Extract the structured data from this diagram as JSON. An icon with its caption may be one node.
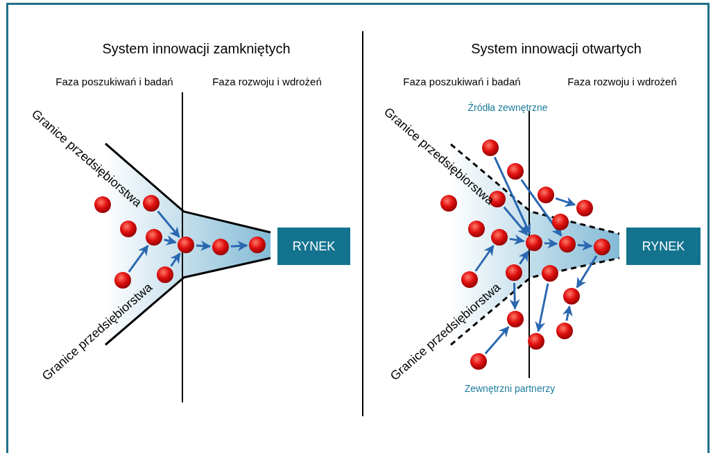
{
  "diagram": {
    "nodes": [
      {
        "text": [
          "RYNEK"
        ]
      },
      {
        "text": [],
        "shape": "circle"
      },
      {
        "text": [],
        "shape": "circle"
      },
      {
        "text": [],
        "shape": "circle"
      },
      {
        "text": [],
        "shape": "circle"
      },
      {
        "text": [],
        "shape": "circle"
      },
      {
        "text": [],
        "shape": "circle"
      },
      {
        "text": [],
        "shape": "circle"
      },
      {
        "text": [],
        "shape": "circle"
      },
      {
        "text": [],
        "shape": "circle"
      },
      {
        "text": [
          "RYNEK"
        ]
      },
      {
        "text": [],
        "shape": "circle"
      },
      {
        "text": [],
        "shape": "circle"
      },
      {
        "text": [],
        "shape": "circle"
      },
      {
        "text": [],
        "shape": "circle"
      },
      {
        "text": [],
        "shape": "circle"
      },
      {
        "text": [],
        "shape": "circle"
      },
      {
        "text": [],
        "shape": "circle"
      },
      {
        "text": [],
        "shape": "circle"
      },
      {
        "text": [],
        "shape": "circle"
      },
      {
        "text": [],
        "shape": "circle"
      },
      {
        "text": [],
        "shape": "circle"
      },
      {
        "text": [],
        "shape": "circle"
      },
      {
        "text": [],
        "shape": "circle"
      },
      {
        "text": [],
        "shape": "circle"
      },
      {
        "text": [],
        "shape": "circle"
      },
      {
        "text": [],
        "shape": "circle"
      },
      {
        "text": [],
        "shape": "circle"
      },
      {
        "text": [],
        "shape": "circle"
      },
      {
        "text": [],
        "shape": "circle"
      },
      {
        "text": [],
        "shape": "circle"
      }
    ],
    "edges": [
      {
        "from": 2,
        "to": 5,
        "arrow": "to"
      },
      {
        "from": 4,
        "to": 5,
        "arrow": "to"
      },
      {
        "from": 9,
        "to": 4,
        "arrow": "to"
      },
      {
        "from": 8,
        "to": 5,
        "arrow": "to"
      },
      {
        "from": 5,
        "to": 6,
        "arrow": "to"
      },
      {
        "from": 6,
        "to": 7,
        "arrow": "to"
      },
      {
        "from": 11,
        "to": 20,
        "arrow": "to"
      },
      {
        "from": 12,
        "to": 21,
        "arrow": "to"
      },
      {
        "from": 13,
        "to": 16,
        "arrow": "to"
      },
      {
        "from": 14,
        "to": 20,
        "arrow": "to"
      },
      {
        "from": 19,
        "to": 20,
        "arrow": "to"
      },
      {
        "from": 20,
        "to": 21,
        "arrow": "to"
      },
      {
        "from": 21,
        "to": 22,
        "arrow": "to"
      },
      {
        "from": 25,
        "to": 19,
        "arrow": "to"
      },
      {
        "from": 23,
        "to": 20,
        "arrow": "to"
      },
      {
        "from": 23,
        "to": 27,
        "arrow": "to"
      },
      {
        "from": 24,
        "to": 29,
        "arrow": "to"
      },
      {
        "from": 22,
        "to": 26,
        "arrow": "to"
      },
      {
        "from": 28,
        "to": 26,
        "arrow": "to"
      },
      {
        "from": 30,
        "to": 27,
        "arrow": "to"
      }
    ],
    "labels": [
      "System innowacji zamkniętych",
      "System innowacji otwartych",
      "Faza poszukiwań i badań",
      "Faza rozwoju i wdrożeń",
      "Faza poszukiwań i badań",
      "Faza rozwoju i wdrożeń",
      "Źródła zewnętrzne",
      "Granice przedsiębiorstwa",
      "Granice przedsiębiorstwa",
      "Granice przedsiębiorstwa",
      "Granice przedsiębiorstwa",
      "Zewnętrzni partnerzy"
    ]
  }
}
